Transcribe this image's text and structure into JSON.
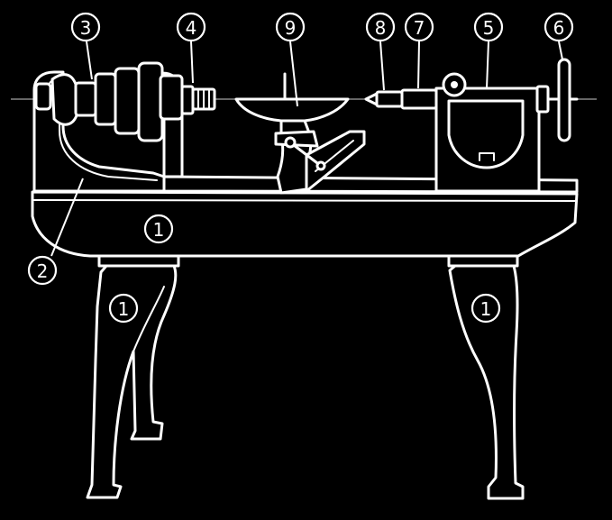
{
  "diagram": {
    "background_color": "#000000",
    "line_color": "#ffffff",
    "callouts": {
      "bed_center": "1",
      "leg_left": "1",
      "leg_right": "1",
      "headstock": "2",
      "cone_pulley": "3",
      "spindle_nose": "4",
      "tailstock": "5",
      "tailstock_handwheel": "6",
      "tailstock_quill": "7",
      "tailstock_center": "8",
      "tool_rest": "9"
    }
  }
}
